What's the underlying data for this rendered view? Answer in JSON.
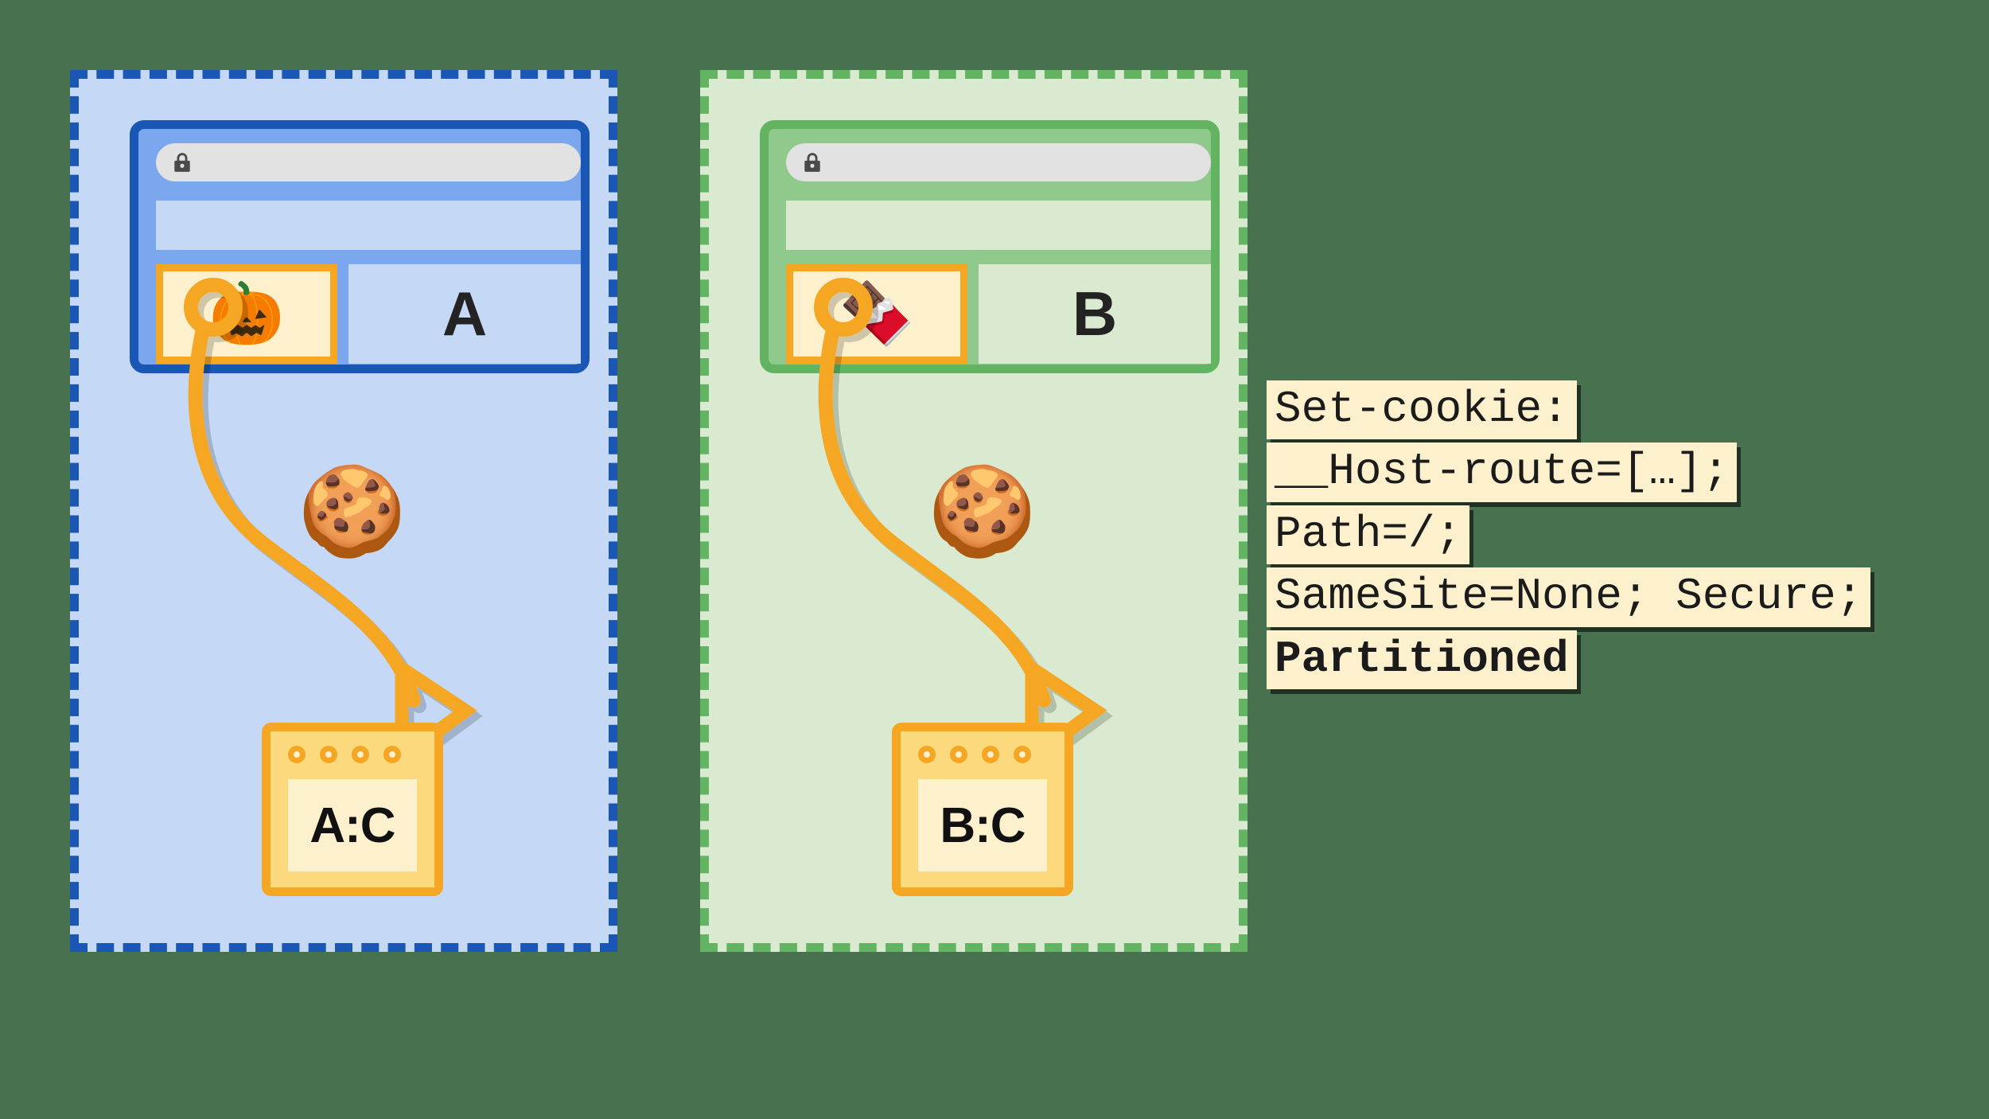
{
  "page": {
    "background_color": "#47714f",
    "title": "Partitioned cookies (CHIPS) diagram"
  },
  "colors": {
    "panel_a_fill": "#c5d9f7",
    "panel_a_border": "#1a56b4",
    "panel_b_fill": "#d9ead0",
    "panel_b_border": "#62b463",
    "browser_a_chrome": "#7ba7ef",
    "browser_b_chrome": "#8fc98b",
    "urlbar_fill": "#e2e2e2",
    "accent_orange": "#f5a623",
    "cream": "#fdf0cd",
    "notepad_fill": "#fcd97d",
    "text_dark": "#1b1b1b"
  },
  "panels": [
    {
      "id": "a",
      "name": "top-level-site-a",
      "browser": {
        "urlbar_icon": "lock-icon",
        "urlbar_value": "",
        "embed_icon": "jack-o-lantern-icon",
        "embed_glyph": "🎃",
        "site_label": "A"
      },
      "cookie_glyph": "🍪",
      "cookie_icon": "cookie-icon",
      "jar": {
        "label": "A:C",
        "ring_count": 4
      }
    },
    {
      "id": "b",
      "name": "top-level-site-b",
      "browser": {
        "urlbar_icon": "lock-icon",
        "urlbar_value": "",
        "embed_icon": "chocolate-bar-icon",
        "embed_glyph": "🍫",
        "site_label": "B"
      },
      "cookie_glyph": "🍪",
      "cookie_icon": "cookie-icon",
      "jar": {
        "label": "B:C",
        "ring_count": 4
      }
    }
  ],
  "header_block": {
    "name": "set-cookie-header",
    "lines": [
      {
        "text": "Set-cookie:",
        "bold": false
      },
      {
        "text": "__Host-route=[…];",
        "bold": false
      },
      {
        "text": "Path=/;",
        "bold": false
      },
      {
        "text": "SameSite=None; Secure;",
        "bold": false
      },
      {
        "text": "Partitioned",
        "bold": true
      }
    ]
  }
}
